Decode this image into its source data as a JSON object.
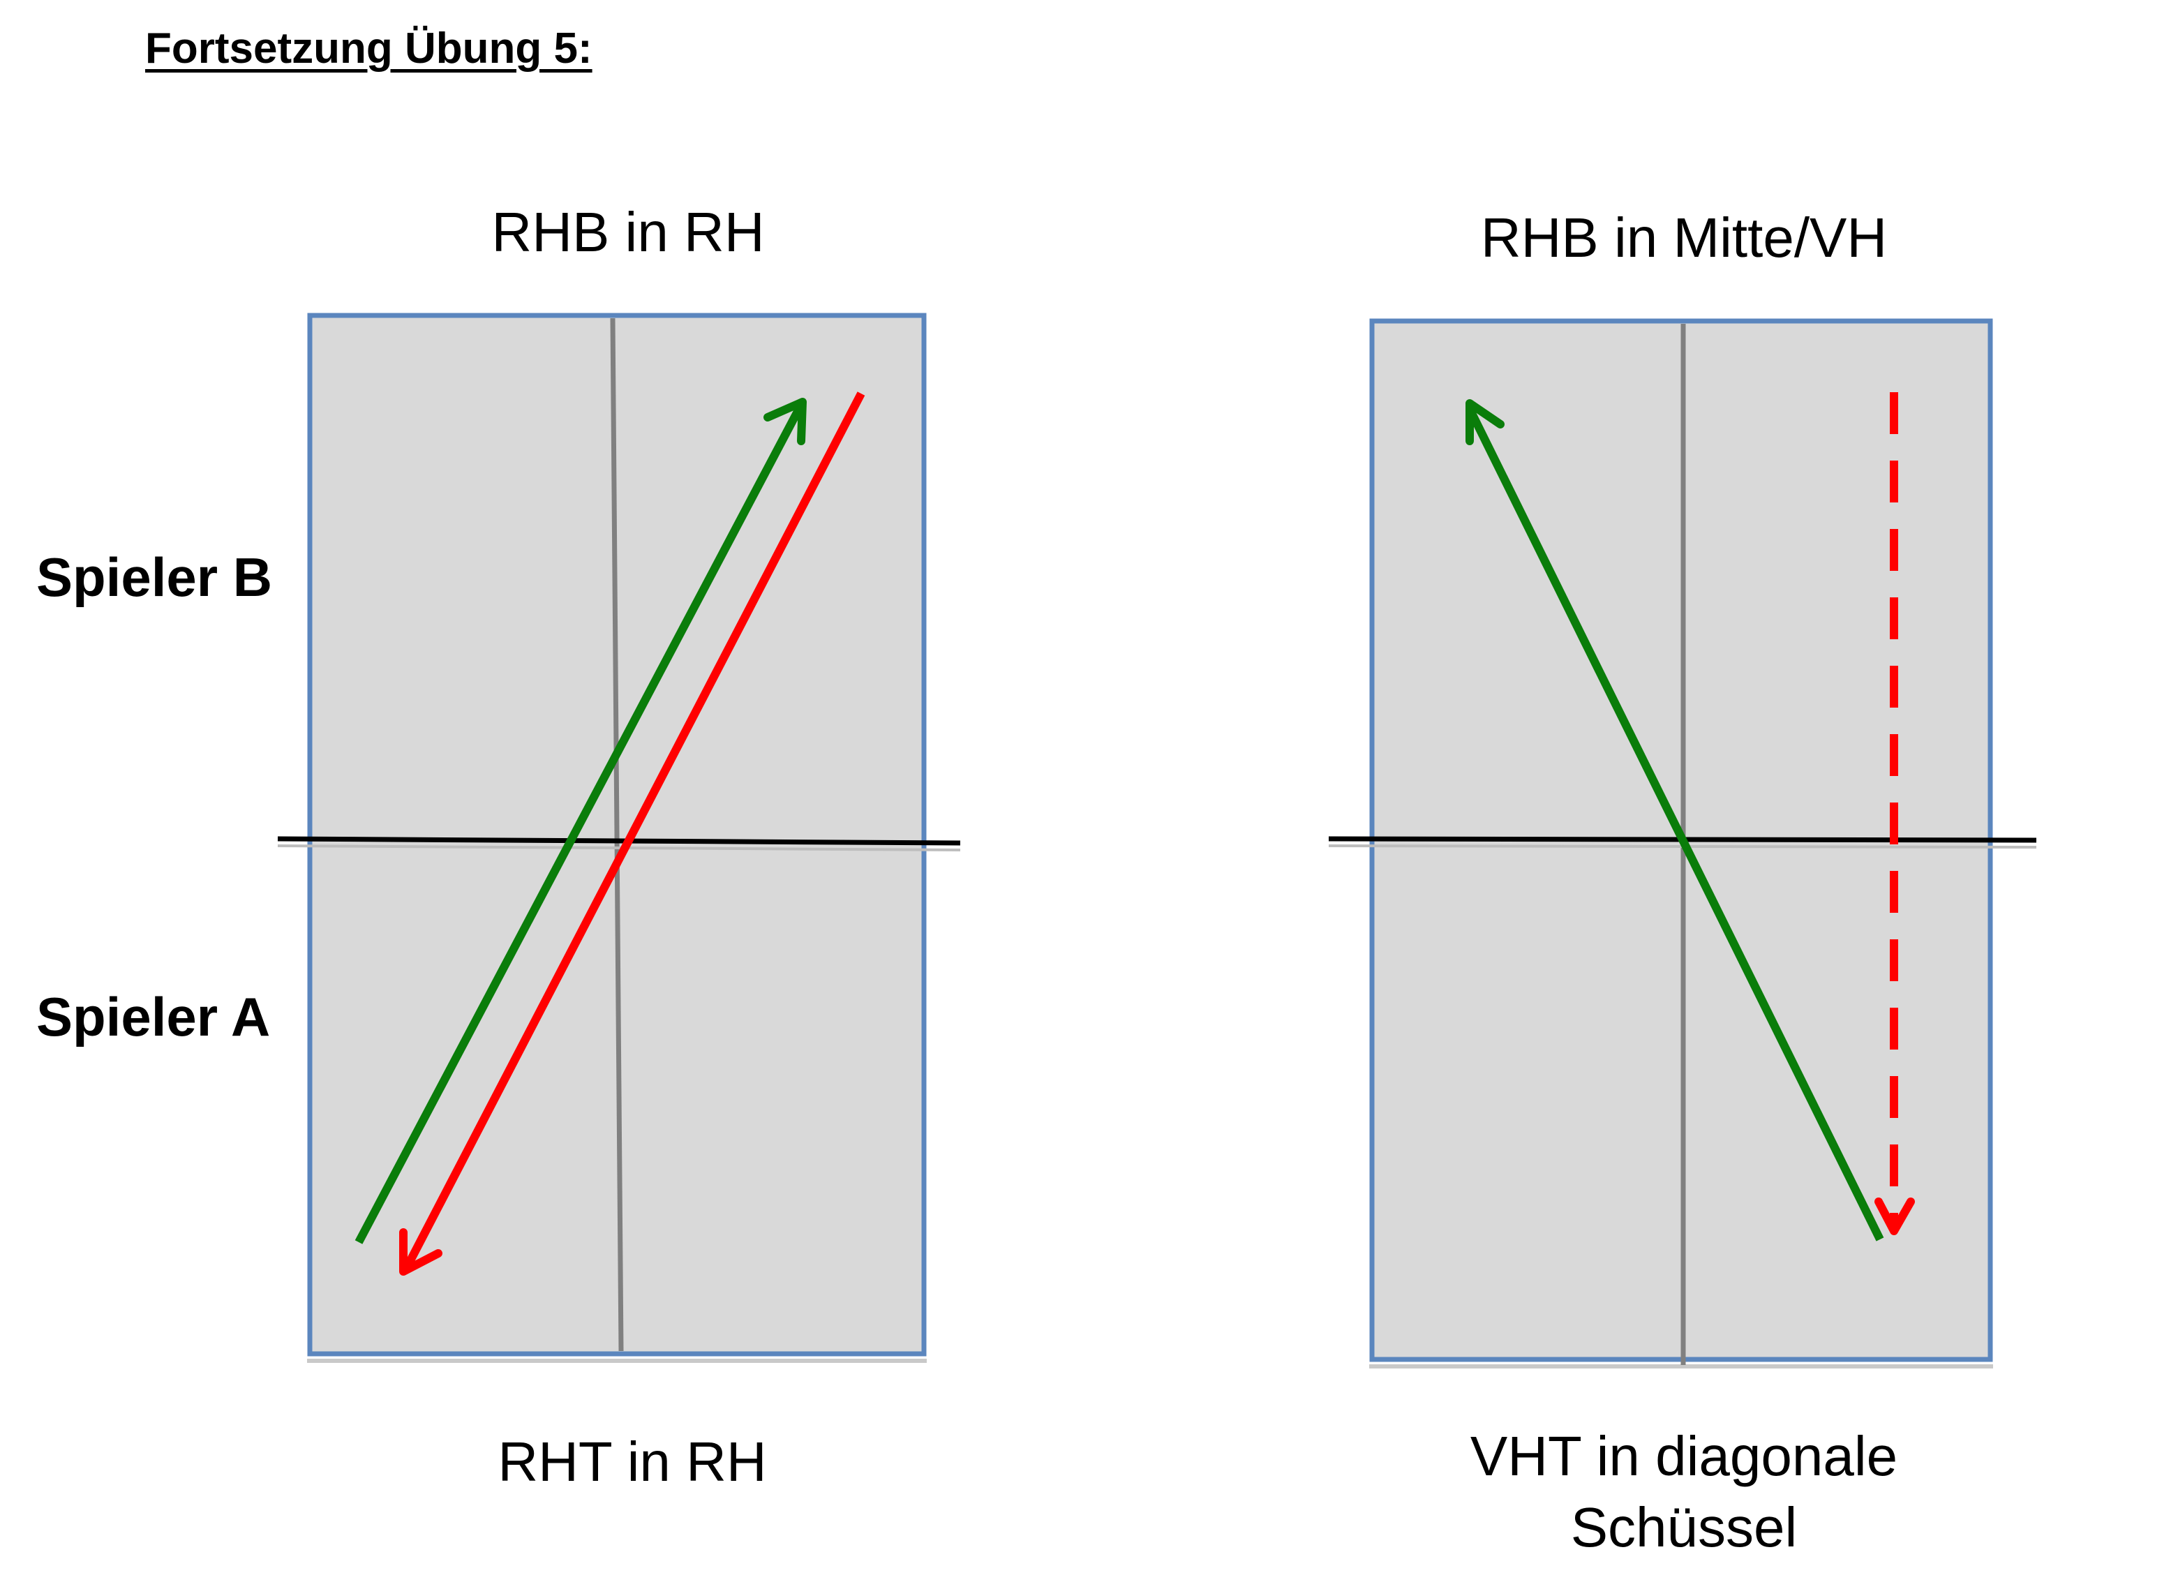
{
  "heading": "Fortsetzung Übung 5:",
  "players": {
    "player_b": "Spieler B",
    "player_a": "Spieler A"
  },
  "tables": [
    {
      "top_label": "RHB in RH",
      "bottom_label": "RHT in RH"
    },
    {
      "top_label": "RHB in Mitte/VH",
      "bottom_label": [
        "VHT in diagonale",
        "Schüssel"
      ]
    }
  ],
  "colors": {
    "table_fill": "#d9d9d9",
    "table_border": "#5b86be",
    "center_line": "#808080",
    "net": "#000000",
    "green_arrow": "#0a7d0a",
    "red_arrow": "#ff0000"
  }
}
